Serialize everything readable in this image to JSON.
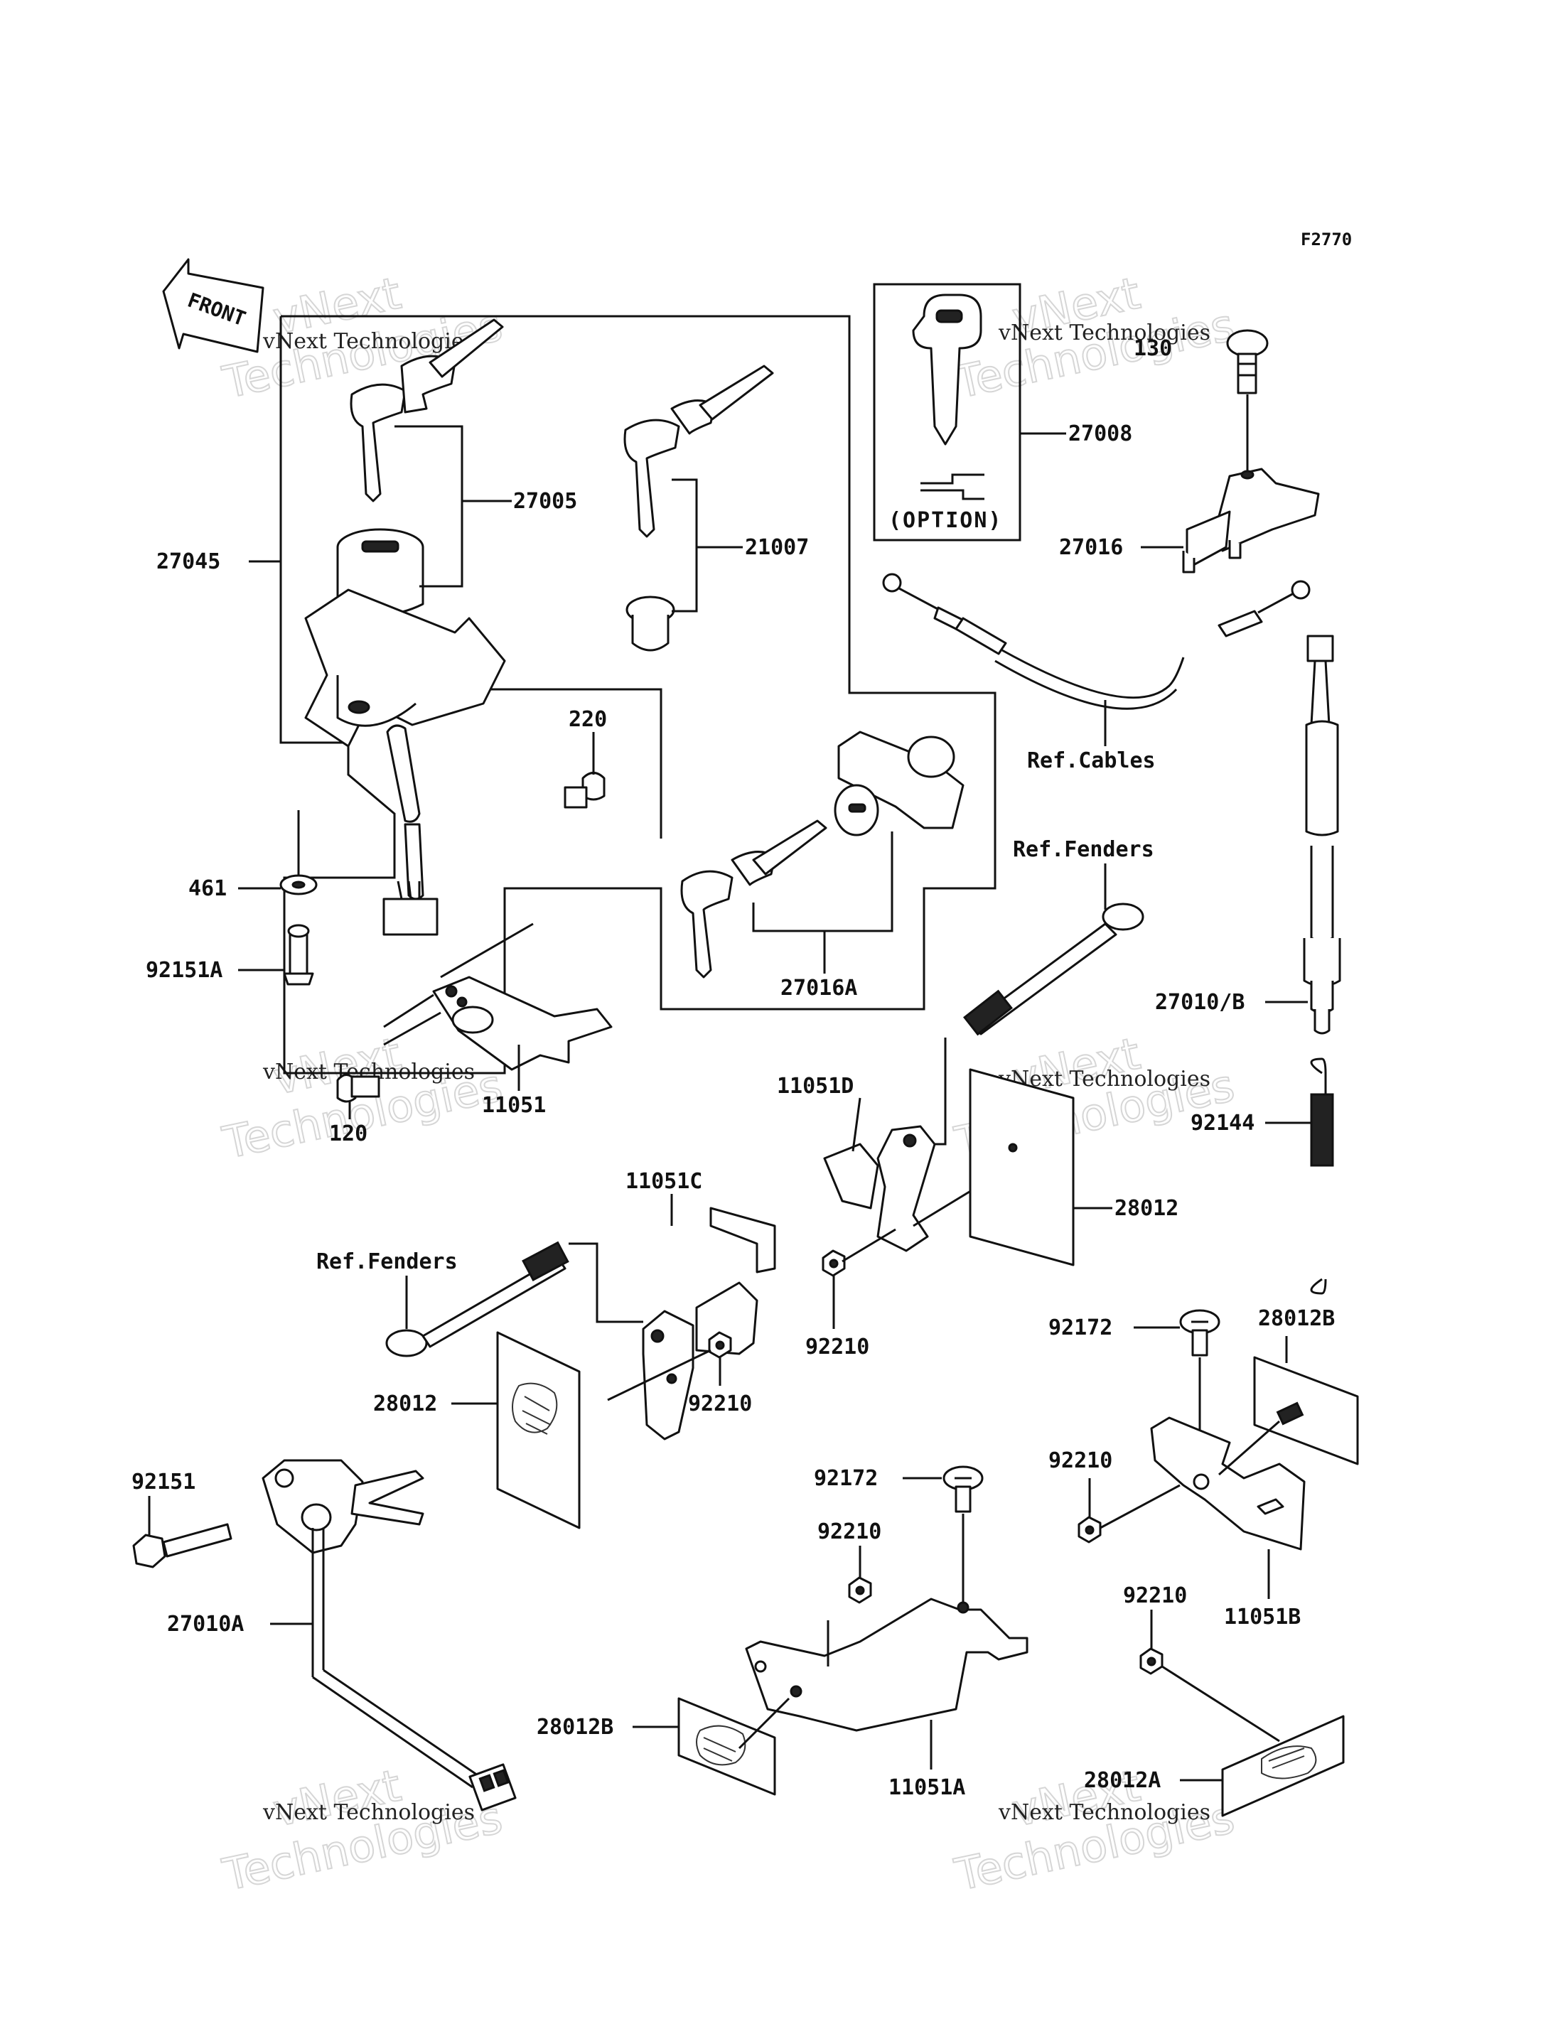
{
  "figure_code": "F2770",
  "front_label": "FRONT",
  "option_label": "(OPTION)",
  "watermark": {
    "small": "vNext Technologies",
    "big_line1": "vNext",
    "big_line2": "Technologies"
  },
  "labels": {
    "p27005": "27005",
    "p27045": "27045",
    "p21007": "21007",
    "p27008": "27008",
    "p130": "130",
    "p27016": "27016",
    "p220": "220",
    "ref_cables": "Ref.Cables",
    "ref_fenders_1": "Ref.Fenders",
    "p461": "461",
    "p92151A": "92151A",
    "p27016A": "27016A",
    "p27010B": "27010/B",
    "p120": "120",
    "p11051": "11051",
    "p11051D": "11051D",
    "p92144": "92144",
    "p11051C": "11051C",
    "p28012_r": "28012",
    "ref_fenders_2": "Ref.Fenders",
    "p92210_a": "92210",
    "p92172_a": "92172",
    "p28012B_r": "28012B",
    "p28012_l": "28012",
    "p92210_b": "92210",
    "p92210_c": "92210",
    "p92151": "92151",
    "p92172_b": "92172",
    "p92210_d": "92210",
    "p11051B": "11051B",
    "p27010A": "27010A",
    "p92210_e": "92210",
    "p28012B_l": "28012B",
    "p11051A": "11051A",
    "p28012A": "28012A"
  }
}
